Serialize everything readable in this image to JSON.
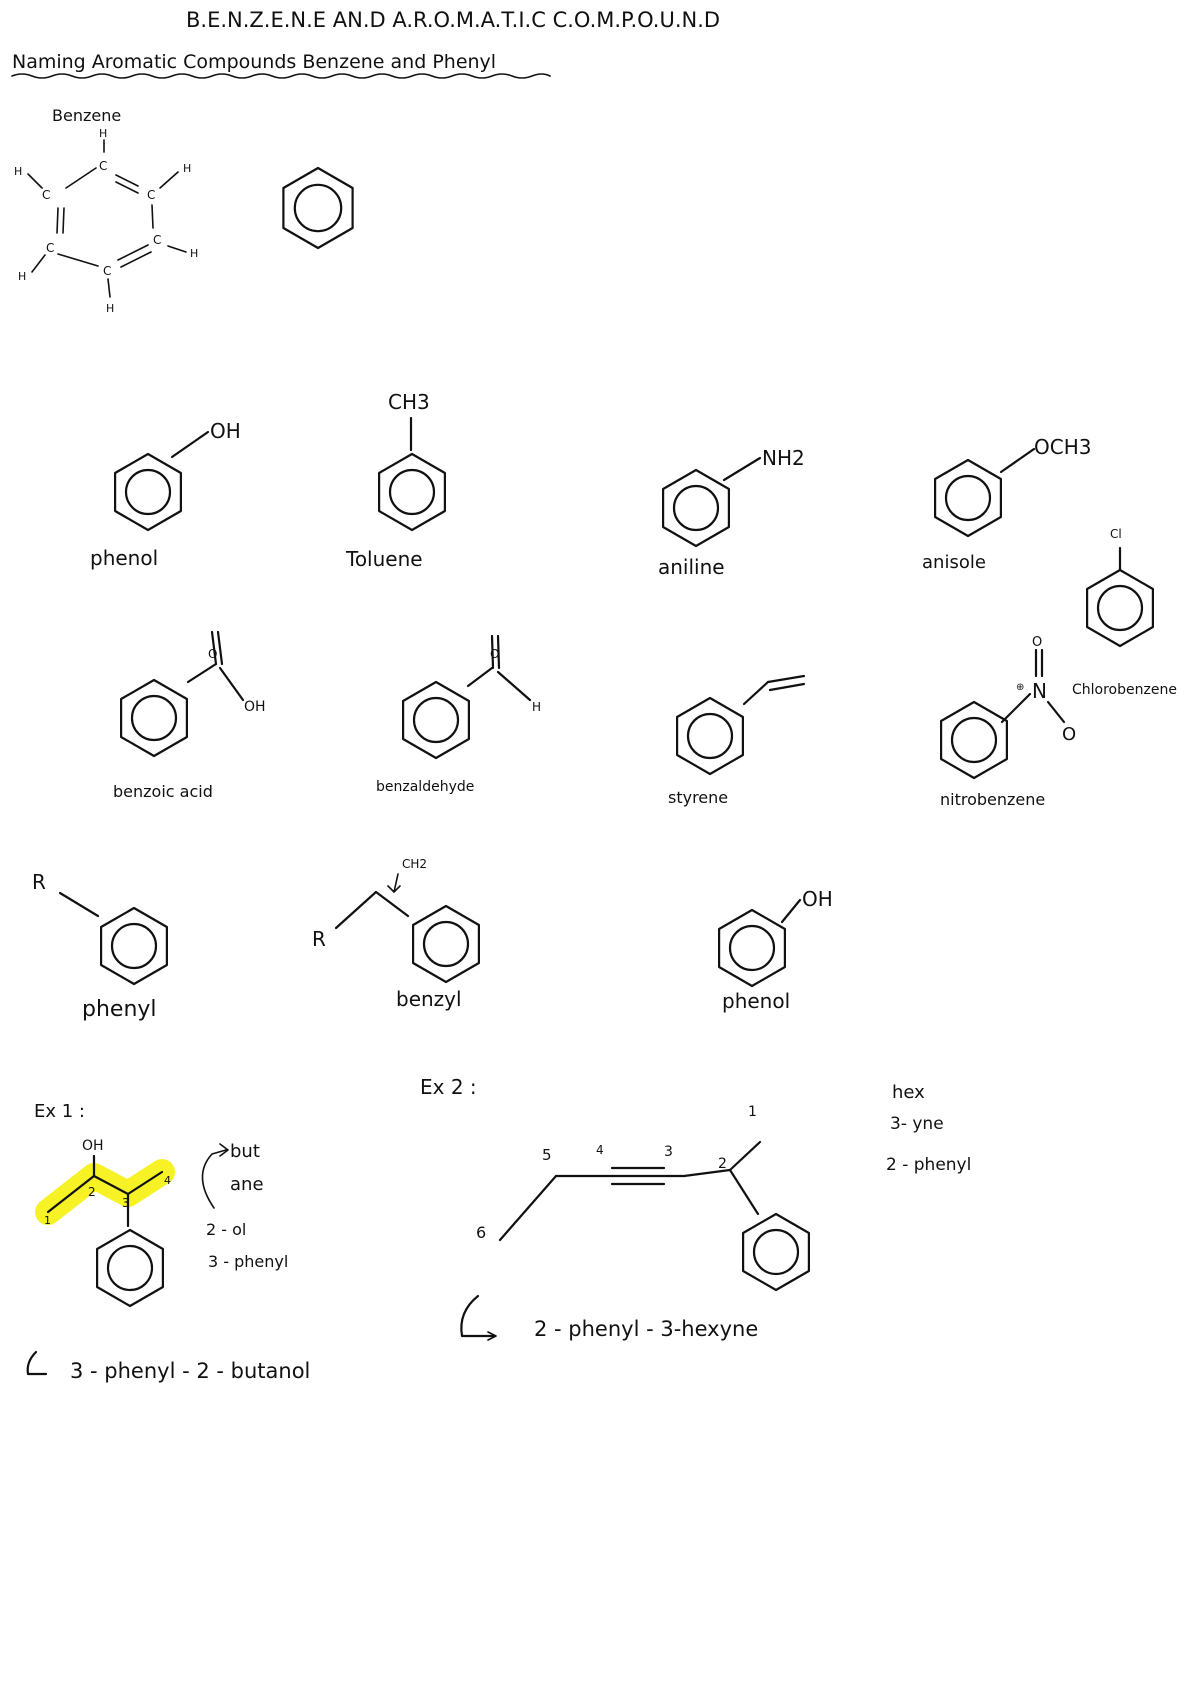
{
  "title": "B.E.N.Z.E.N.E AN.D A.R.O.M.A.T.I.C C.O.M.P.O.U.N.D",
  "subtitle": "Naming Aromatic Compounds Benzene and Phenyl",
  "benzene": {
    "label": "Benzene",
    "atoms": {
      "h": "H",
      "c": "C"
    }
  },
  "compounds": {
    "phenol": {
      "name": "phenol",
      "group": "OH"
    },
    "toluene": {
      "name": "Toluene",
      "group": "CH3"
    },
    "aniline": {
      "name": "aniline",
      "group": "NH2"
    },
    "anisole": {
      "name": "anisole",
      "group": "OCH3"
    },
    "chlorobenzene": {
      "name": "Chlorobenzene",
      "group": "Cl"
    },
    "benzoic_acid": {
      "name": "benzoic acid",
      "o": "O",
      "oh": "OH"
    },
    "benzaldehyde": {
      "name": "benzaldehyde",
      "o": "O",
      "h": "H"
    },
    "styrene": {
      "name": "styrene"
    },
    "nitrobenzene": {
      "name": "nitrobenzene",
      "n": "N",
      "o": "O",
      "charge_plus": "⊕",
      "o_minus": "O"
    }
  },
  "groups": {
    "phenyl": {
      "name": "phenyl",
      "r": "R"
    },
    "benzyl": {
      "name": "benzyl",
      "r": "R",
      "ch2": "CH2"
    },
    "phenol2": {
      "name": "phenol",
      "group": "OH"
    }
  },
  "example1": {
    "label": "Ex 1 :",
    "oh": "OH",
    "numbers": [
      "1",
      "2",
      "3",
      "4"
    ],
    "notes": [
      "but",
      "ane",
      "2 - ol",
      "3 - phenyl"
    ],
    "answer": "3 - phenyl - 2 - butanol",
    "highlight_color": "#f4f000"
  },
  "example2": {
    "label": "Ex 2 :",
    "numbers": [
      "1",
      "2",
      "3",
      "4",
      "5",
      "6"
    ],
    "notes": [
      "hex",
      "3- yne",
      "2 - phenyl"
    ],
    "answer": "2 - phenyl - 3-hexyne"
  }
}
